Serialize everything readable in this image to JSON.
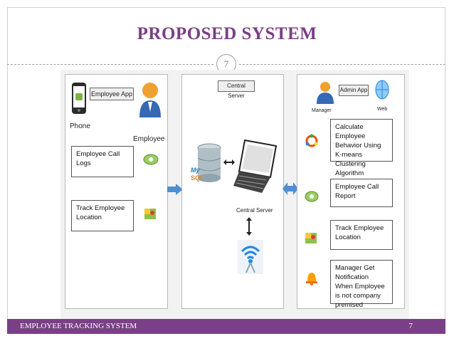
{
  "slide": {
    "title": "PROPOSED SYSTEM",
    "page_badge": "7",
    "footer_left": "EMPLOYEE TRACKING SYSTEM",
    "footer_right": "7"
  },
  "colors": {
    "title": "#7a3f86",
    "footer_bar": "#7b3f87",
    "arrow": "#4f8fd0"
  },
  "diagram": {
    "left_panel": {
      "app_label": "Employee App",
      "phone_label": "Phone",
      "employee_label": "Employee",
      "boxes": [
        "Employee  Call Logs",
        "Track Employee Location"
      ]
    },
    "center_panel": {
      "server_box_label": "Central Server",
      "db_label_top": "My",
      "db_label_bottom": "SQL",
      "laptop_label": "Central Server"
    },
    "right_panel": {
      "admin_label": "Admin App",
      "manager_label": "Manager",
      "web_label": "Web",
      "boxes": [
        "Calculate Employee Behavior Using K-means Clustering Algorithm",
        "Employee Call Report",
        "Track Employee Location",
        "Manager Get Notification When Employee is not company  premised"
      ]
    },
    "icons": [
      "android-phone-icon",
      "employee-avatar-icon",
      "call-log-icon",
      "map-location-icon",
      "database-icon",
      "laptop-icon",
      "wifi-tower-icon",
      "manager-avatar-icon",
      "web-globe-icon",
      "cluster-ring-icon",
      "phone-report-icon",
      "notification-bell-icon"
    ]
  }
}
